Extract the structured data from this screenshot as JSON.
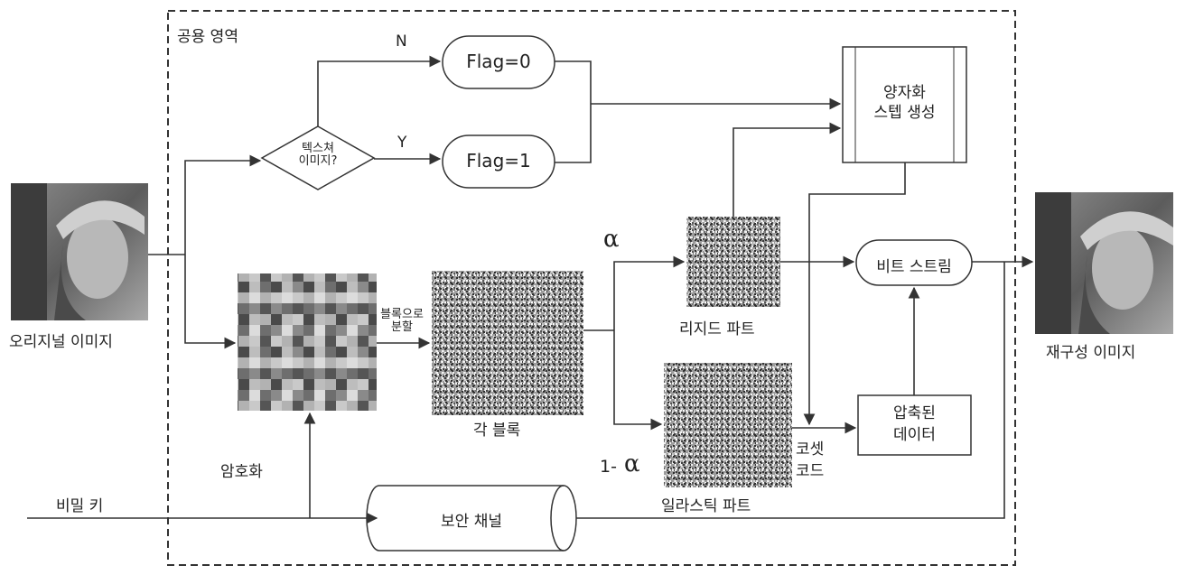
{
  "region_label": "공용 영역",
  "original_image_label": "오리지널 이미지",
  "reconstructed_image_label": "재구성 이미지",
  "decision": {
    "label_line1": "텍스쳐",
    "label_line2": "이미지?",
    "yes": "Y",
    "no": "N"
  },
  "flag0": "Flag=0",
  "flag1": "Flag=1",
  "quant_step": {
    "line1": "양자화",
    "line2": "스텝 생성"
  },
  "split_label": {
    "line1": "블록으로",
    "line2": "분할"
  },
  "each_block_label": "각 블록",
  "alpha": "α",
  "one_minus": "1-",
  "residual_part_label": "리지드 파트",
  "elastic_part_label": "일라스틱 파트",
  "bitstream": "비트 스트림",
  "compressed": {
    "line1": "압축된",
    "line2": "데이터"
  },
  "codeset": {
    "line1": "코셋",
    "line2": "코드"
  },
  "encryption_label": "암호화",
  "secret_key_label": "비밀 키",
  "secure_channel": "보안 채널"
}
